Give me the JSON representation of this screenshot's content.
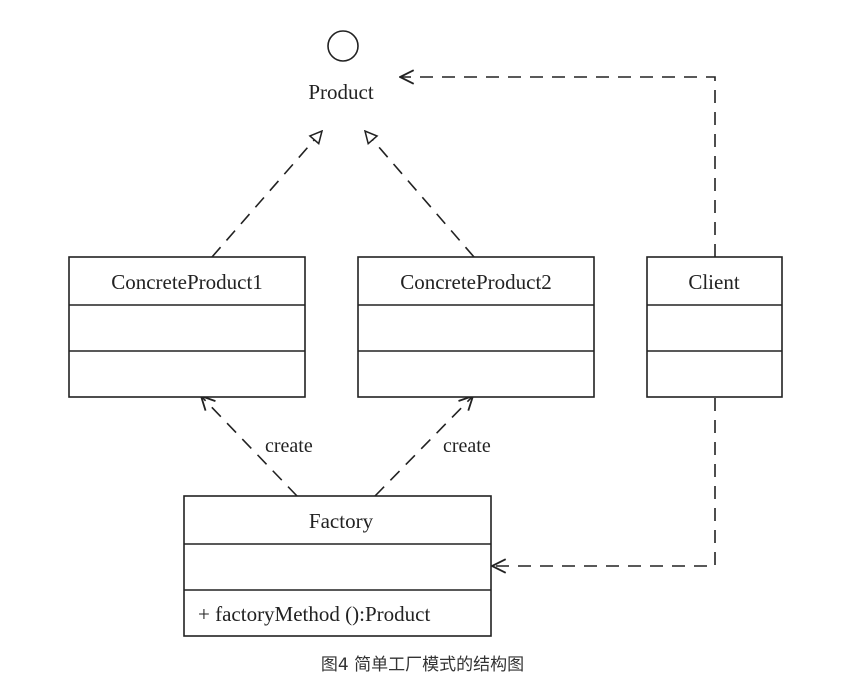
{
  "diagram": {
    "interface": {
      "name": "Product"
    },
    "classes": {
      "concrete1": {
        "name": "ConcreteProduct1"
      },
      "concrete2": {
        "name": "ConcreteProduct2"
      },
      "client": {
        "name": "Client"
      },
      "factory": {
        "name": "Factory",
        "operation": "+ factoryMethod ():Product"
      }
    },
    "edge_labels": {
      "create1": "create",
      "create2": "create"
    },
    "colors": {
      "stroke": "#222222",
      "background": "#ffffff"
    }
  },
  "caption": "图4 简单工厂模式的结构图"
}
